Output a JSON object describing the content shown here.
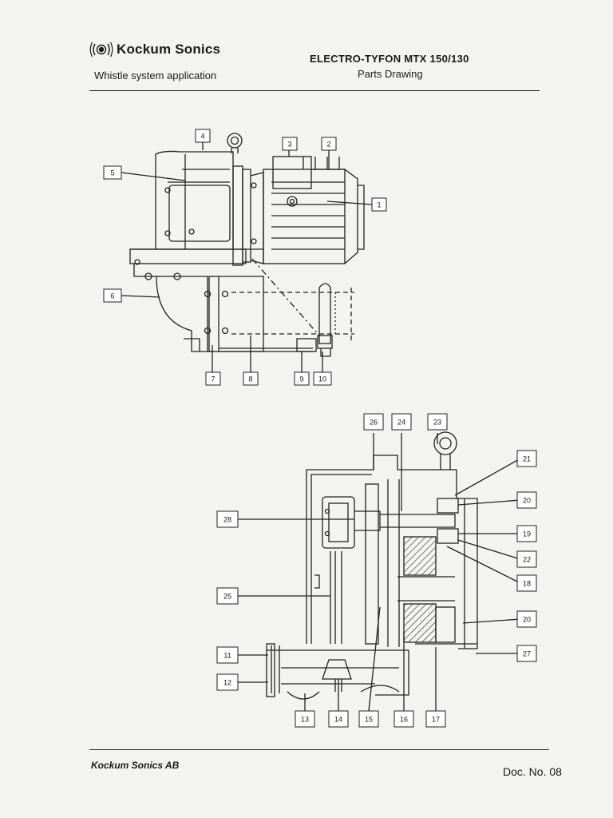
{
  "header": {
    "brand": "Kockum Sonics",
    "logo_icon": "sonic-waves-logo",
    "application": "Whistle system application",
    "title": "ELECTRO-TYFON MTX 150/130",
    "subtitle": "Parts Drawing"
  },
  "upper_drawing": {
    "callouts": [
      "1",
      "2",
      "3",
      "4",
      "5",
      "6",
      "7",
      "8",
      "9",
      "10"
    ]
  },
  "lower_drawing": {
    "callouts": [
      "11",
      "12",
      "13",
      "14",
      "15",
      "16",
      "17",
      "18",
      "19",
      "20",
      "20",
      "21",
      "22",
      "23",
      "24",
      "25",
      "26",
      "27",
      "28"
    ]
  },
  "footer": {
    "company": "Kockum Sonics AB",
    "doc_no": "Doc. No. 08"
  }
}
